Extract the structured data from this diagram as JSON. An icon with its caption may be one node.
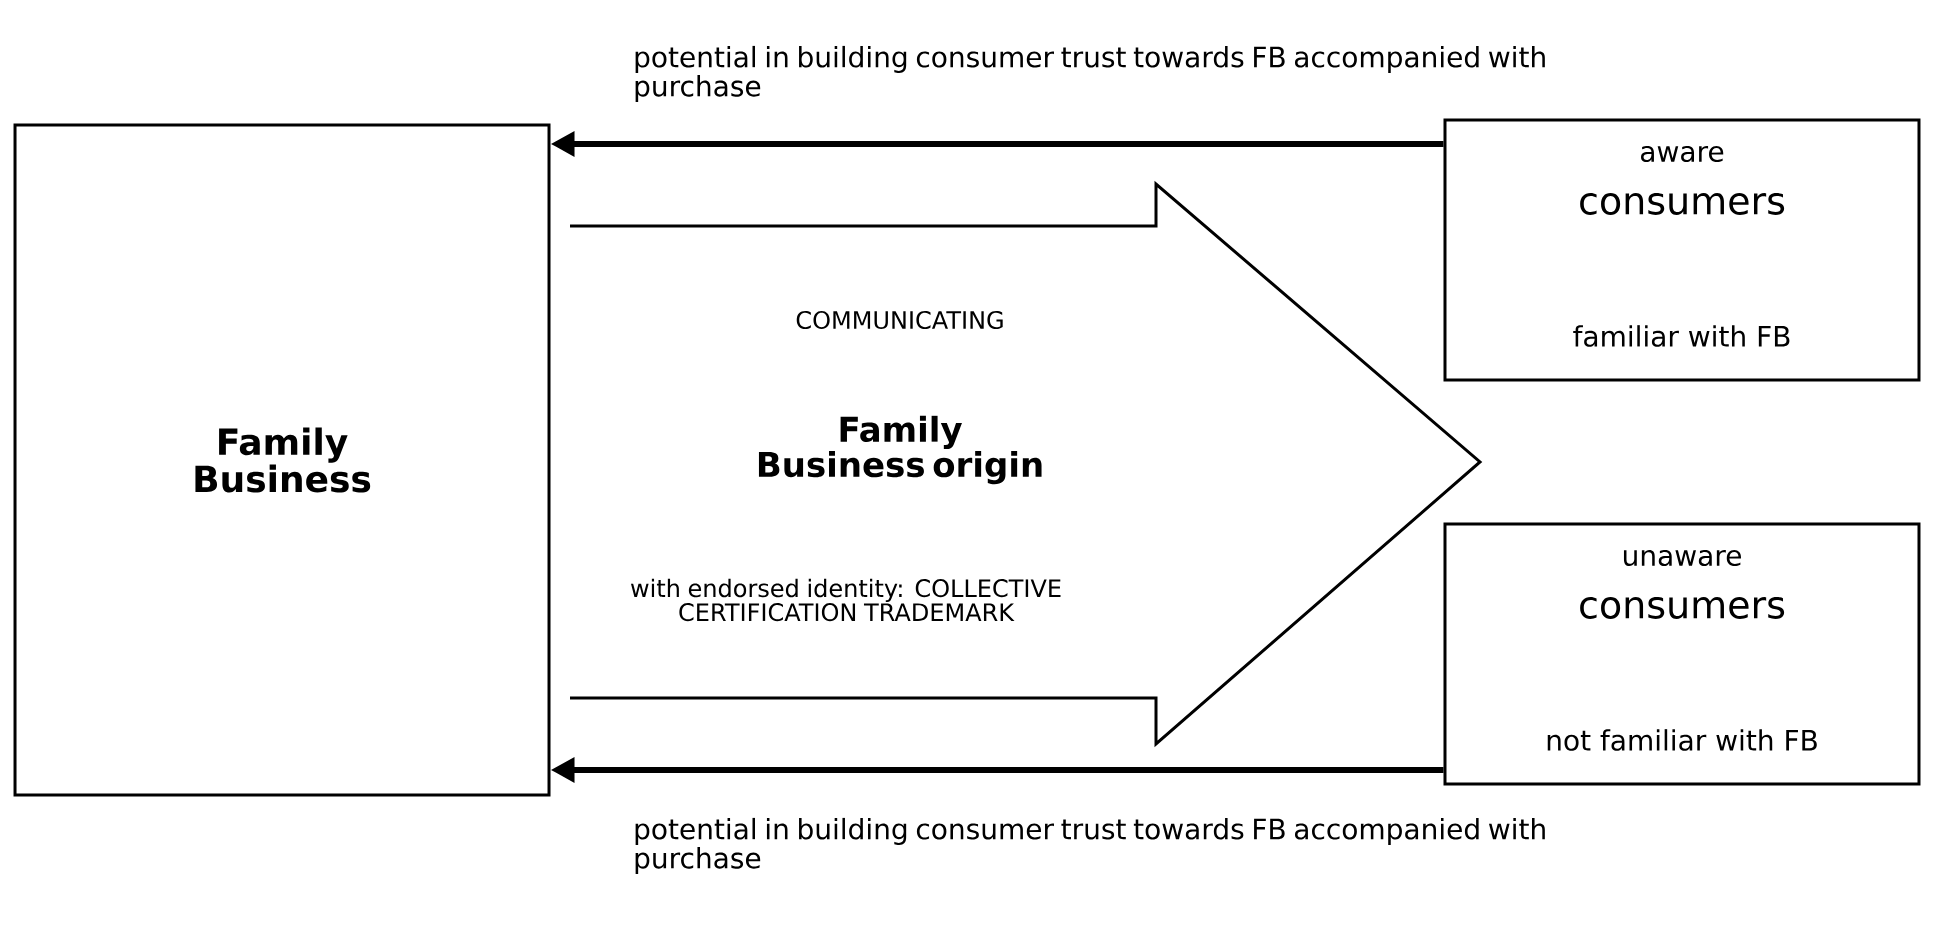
{
  "diagram": {
    "nodes": [
      {
        "text": [
          "Family Business"
        ]
      },
      {
        "text": [
          "COMMUNICATING",
          "Family Business origin",
          "with endorsed identity: COLLECTIVE CERTIFICATION TRADEMARK"
        ]
      },
      {
        "text": [
          "aware",
          "consumers",
          "familiar with FB"
        ]
      },
      {
        "text": [
          "unaware",
          "consumers",
          "not familiar with FB"
        ]
      }
    ],
    "edges": [
      {
        "from": 2,
        "to": 0,
        "arrow": "to",
        "label": "potential in building consumer trust towards FB accompanied with purchase"
      },
      {
        "from": 3,
        "to": 0,
        "arrow": "to",
        "label": "potential in building consumer trust towards FB accompanied with purchase"
      }
    ]
  }
}
